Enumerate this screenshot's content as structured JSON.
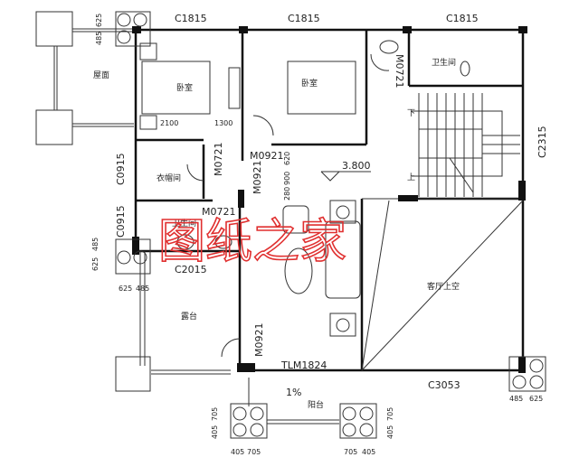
{
  "rooms": {
    "roof": "屋面",
    "bedroom_1": "卧室",
    "bedroom_2": "卧室",
    "closet": "衣帽间",
    "bathroom_upper": "卫生间",
    "bathroom_lower": "卫生间",
    "terrace": "露台",
    "balcony": "阳台",
    "living_void": "客厅上空"
  },
  "windows": {
    "top_1": "C1815",
    "top_2": "C1815",
    "top_3": "C1815",
    "left_1": "C0915",
    "left_2": "C0915",
    "right": "C2315",
    "lower_left": "C2015",
    "bottom": "C3053",
    "sliding_door": "TLM1824"
  },
  "doors": {
    "closet": "M0721",
    "bathroom_upper": "M0721",
    "bathroom_lower": "M0721",
    "hall_1": "M0921",
    "hall_2": "M0921",
    "terrace": "M0921"
  },
  "dimensions": {
    "top_left_v1": "625",
    "top_left_v2": "485",
    "bed_1": "2100",
    "bed_2": "1300",
    "hall_1": "620",
    "hall_2": "900",
    "hall_3": "280",
    "left_v1": "485",
    "left_v2": "625",
    "left_h1": "625",
    "left_h2": "485",
    "bl_v1": "705",
    "bl_v2": "405",
    "bl_h1": "405",
    "bl_h2": "705",
    "bm_v1": "705",
    "bm_v2": "405",
    "bm_h1": "705",
    "bm_h2": "405",
    "br_h1": "485",
    "br_h2": "625"
  },
  "elevation": "3.800",
  "slope": "1%",
  "stairs": {
    "down": "下",
    "up": "上"
  },
  "watermark": "图纸之家"
}
